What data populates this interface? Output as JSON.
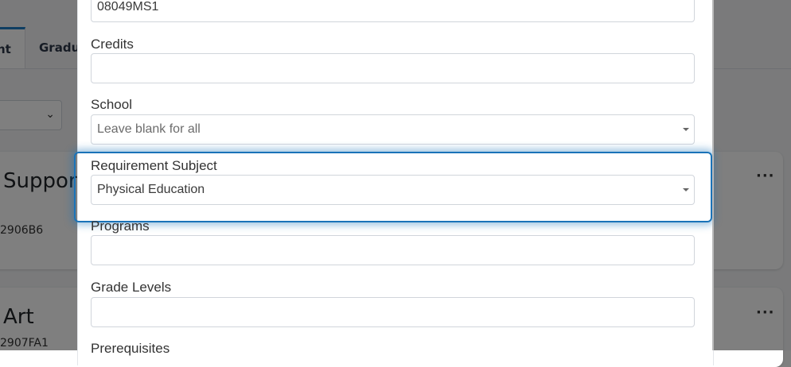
{
  "background": {
    "tabs": [
      {
        "label": "nt",
        "active": true
      },
      {
        "label": "Gradu",
        "active": false
      }
    ],
    "cards": [
      {
        "title": "Support",
        "code": "2906B6",
        "menu": "···"
      },
      {
        "title": "Art",
        "code": "2907FA1",
        "menu": "···"
      }
    ]
  },
  "form": {
    "course_code": {
      "value": "08049MS1"
    },
    "credits": {
      "label": "Credits",
      "value": ""
    },
    "school": {
      "label": "School",
      "placeholder": "Leave blank for all"
    },
    "requirement_subject": {
      "label": "Requirement Subject",
      "value": "Physical Education",
      "focused": true
    },
    "programs": {
      "label": "Programs",
      "value": ""
    },
    "grade_levels": {
      "label": "Grade Levels",
      "value": ""
    },
    "prerequisites": {
      "label": "Prerequisites"
    }
  },
  "colors": {
    "accent": "#1f7cc4",
    "focus_ring": "#1a73b8"
  }
}
